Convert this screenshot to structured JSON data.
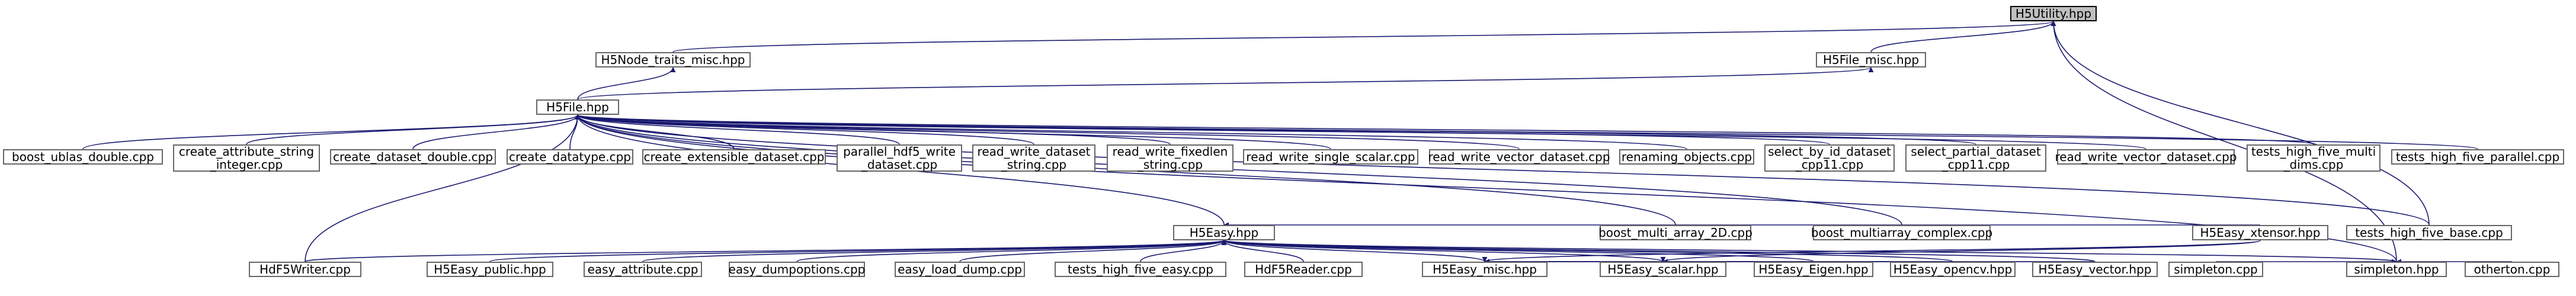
{
  "graph": {
    "nodes": {
      "root": "H5Utility.hpp",
      "node_traits_misc": "H5Node_traits_misc.hpp",
      "file_misc": "H5File_misc.hpp",
      "file": "H5File.hpp",
      "boost_ublas": "boost_ublas_double.cpp",
      "create_attr": "create_attribute_string\n_integer.cpp",
      "create_dataset_double": "create_dataset_double.cpp",
      "create_datatype": "create_datatype.cpp",
      "create_extensible": "create_extensible_dataset.cpp",
      "parallel_hdf5": "parallel_hdf5_write\n_dataset.cpp",
      "read_write_dataset_string": "read_write_dataset\n_string.cpp",
      "read_write_fixedlen": "read_write_fixedlen\n_string.cpp",
      "read_write_single_scalar": "read_write_single_scalar.cpp",
      "read_write_vector_dataset": "read_write_vector_dataset.cpp",
      "renaming_objects": "renaming_objects.cpp",
      "select_by_id": "select_by_id_dataset\n_cpp11.cpp",
      "select_partial": "select_partial_dataset\n_cpp11.cpp",
      "read_write_vector_dataset_2": "read_write_vector_dataset.cpp",
      "tests_multi_dims": "tests_high_five_multi\n_dims.cpp",
      "tests_parallel": "tests_high_five_parallel.cpp",
      "h5easy": "H5Easy.hpp",
      "boost_multi_array_2d": "boost_multi_array_2D.cpp",
      "boost_multiarray_complex": "boost_multiarray_complex.cpp",
      "tests_base": "tests_high_five_base.cpp",
      "hdf5writer": "HdF5Writer.cpp",
      "h5easy_public": "H5Easy_public.hpp",
      "easy_attribute": "easy_attribute.cpp",
      "easy_dumpoptions": "easy_dumpoptions.cpp",
      "easy_load_dump": "easy_load_dump.cpp",
      "tests_easy": "tests_high_five_easy.cpp",
      "hdf5reader": "HdF5Reader.cpp",
      "h5easy_misc": "H5Easy_misc.hpp",
      "simpleton_hpp": "simpleton.hpp",
      "h5easy_scalar": "H5Easy_scalar.hpp",
      "simpleton_cpp": "simpleton.cpp",
      "otherton_cpp": "otherton.cpp",
      "h5easy_eigen": "H5Easy_Eigen.hpp",
      "h5easy_opencv": "H5Easy_opencv.hpp",
      "h5easy_vector": "H5Easy_vector.hpp",
      "h5easy_xtensor": "H5Easy_xtensor.hpp"
    },
    "colors": {
      "edge": "#191970",
      "border": "#666666",
      "root_fill": "#bfbfbf",
      "fill": "#ffffff"
    }
  }
}
